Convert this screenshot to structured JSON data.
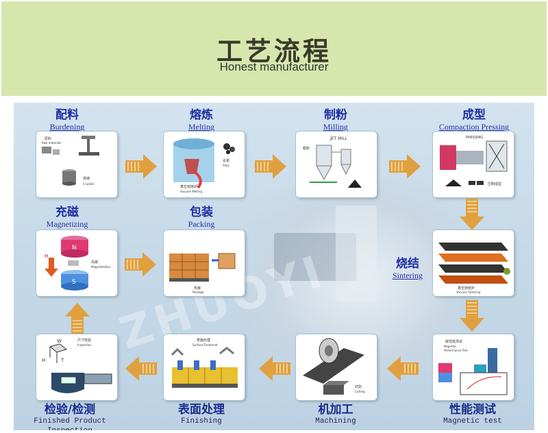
{
  "header": {
    "title": "工艺流程",
    "subtitle": "Honest manufacturer"
  },
  "watermark": "ZHUOYI",
  "steps": {
    "burdening": {
      "cn": "配料",
      "en": "Burdening",
      "inner": [
        "原料",
        "Raw materials",
        "坩埚",
        "Crucible"
      ]
    },
    "melting": {
      "cn": "熔炼",
      "en": "Melting",
      "inner": [
        "合金",
        "Alloy",
        "真空熔炼炉",
        "Vacuum Melting"
      ]
    },
    "milling": {
      "cn": "制粉",
      "en": "Milling",
      "inner": [
        "JET MILL",
        "粗粉"
      ]
    },
    "compaction": {
      "cn": "成型",
      "en": "Compaction Pressing",
      "inner": [
        "PRESSING",
        "压制成型"
      ]
    },
    "sintering": {
      "cn": "烧结",
      "en": "Sintering",
      "inner": [
        "真空烧结炉",
        "Vacuum Sintering"
      ]
    },
    "magnetic_test": {
      "cn": "性能测试",
      "en": "Magnetic test",
      "inner": [
        "磁性能测试",
        "Magnetic",
        "Performance Test"
      ]
    },
    "machining": {
      "cn": "机加工",
      "en": "Machining",
      "inner": [
        "切割",
        "Cutting"
      ]
    },
    "finishing": {
      "cn": "表面处理",
      "en": "Finishing",
      "inner": [
        "表面处理",
        "Surface Treatment"
      ]
    },
    "inspection": {
      "cn": "检验/检测",
      "en": "Finished Product Inspection",
      "inner": [
        "W",
        "H",
        "T",
        "尺寸检验",
        "Inspection"
      ]
    },
    "magnetizing": {
      "cn": "充磁",
      "en": "Magnetizing",
      "inner": [
        "N",
        "S",
        "H",
        "充磁",
        "Magnetization"
      ]
    },
    "packing": {
      "cn": "包装",
      "en": "Packing",
      "inner": [
        "包装",
        "Package"
      ]
    }
  },
  "colors": {
    "banner": "#d6e6ad",
    "arrow": "#e0a040",
    "label": "#1e2fa3"
  }
}
